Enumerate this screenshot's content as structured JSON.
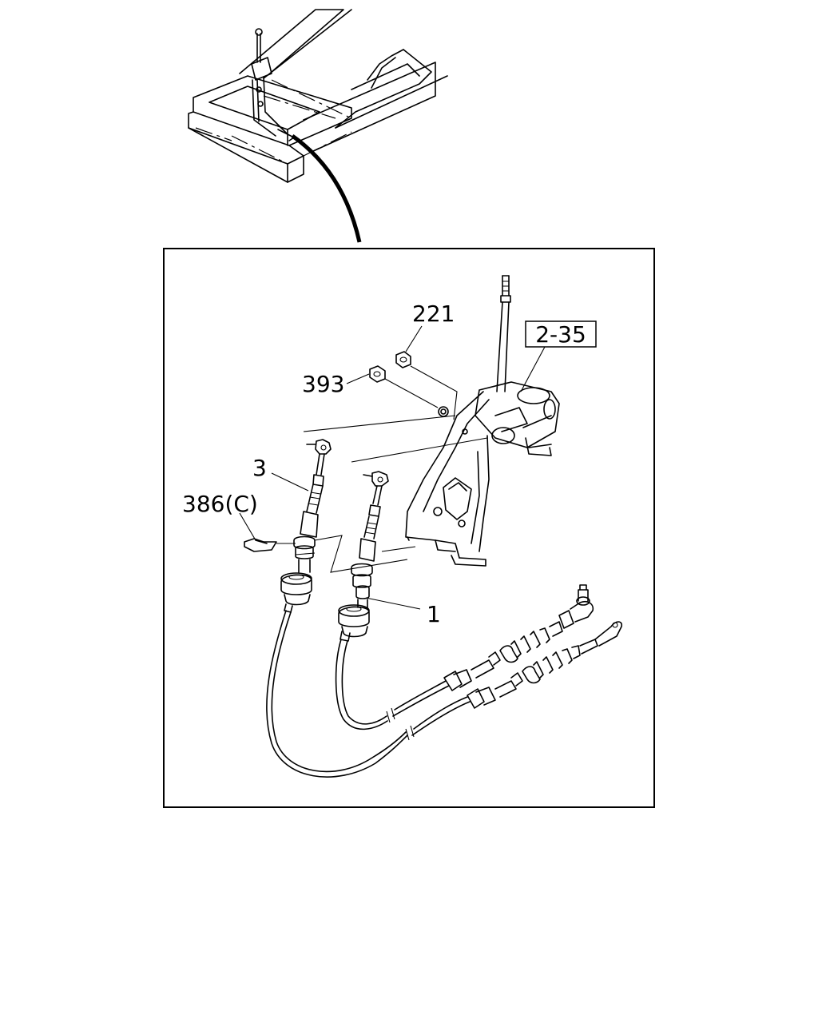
{
  "diagram": {
    "callouts": {
      "c221": "221",
      "c393": "393",
      "c2_35": "2-35",
      "c3": "3",
      "c386": "386(C)",
      "c1": "1"
    }
  }
}
